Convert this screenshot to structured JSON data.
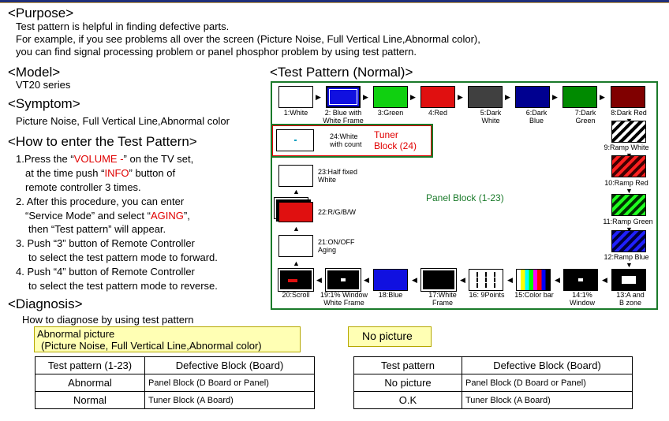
{
  "purpose": {
    "heading": "<Purpose>",
    "line1": "Test pattern is helpful in finding defective parts.",
    "line2": "For example, if you see problems all over the screen (Picture Noise, Full Vertical Line,Abnormal color),",
    "line3": "you can find signal processing problem or panel phosphor problem by using test pattern."
  },
  "model": {
    "heading": "<Model>",
    "value": "VT20 series"
  },
  "symptom": {
    "heading": "<Symptom>",
    "value": "Picture Noise, Full Vertical Line,Abnormal color"
  },
  "howto": {
    "heading": "<How to enter the Test Pattern>",
    "l1a": "1.Press the “",
    "l1b": "VOLUME -",
    "l1c": "” on the TV set,",
    "l2a": "at the time push “",
    "l2b": "INFO",
    "l2c": "” button of",
    "l3": "remote controller 3 times.",
    "l4": "2. After this procedure, you can enter",
    "l5a": "“Service Mode” and select “",
    "l5b": "AGING",
    "l5c": "”,",
    "l6": "then “Test pattern” will appear.",
    "l7": "3. Push “3” button of Remote Controller",
    "l8": "to select the test pattern mode to forward.",
    "l9": "4. Push “4” button of Remote Controller",
    "l10": "to select the test pattern mode to reverse."
  },
  "diagnosis": {
    "heading": "<Diagnosis>",
    "sub": "How to diagnose by using test pattern"
  },
  "test_pattern": {
    "heading": "<Test Pattern (Normal)>",
    "tuner_label": "Tuner\nBlock (24)",
    "panel_label": "Panel Block (1-23)",
    "captions": {
      "p1": "1:White",
      "p2": "2: Blue with\nWhite Frame",
      "p3": "3:Green",
      "p4": "4:Red",
      "p5": "5:Dark\nWhite",
      "p6": "6:Dark\nBlue",
      "p7": "7:Dark\nGreen",
      "p8": "8:Dark Red",
      "p9": "9:Ramp White",
      "p10": "10:Ramp Red",
      "p11": "11:Ramp Green",
      "p12": "12:Ramp Blue",
      "p13": "13:A and\nB zone",
      "p14": "14:1%\nWindow",
      "p15": "15:Color bar",
      "p16": "16: 9Points",
      "p17": "17:White\nFrame",
      "p18": "18:Blue",
      "p19": "19:1% Window\nWhite Frame",
      "p20": "20:Scroll",
      "p21": "21:ON/OFF\nAging",
      "p22": "22:R/G/B/W",
      "p23": "23:Half fixed\nWhite",
      "p24": "24:White\nwith count"
    }
  },
  "abnormal_box": {
    "line1": "Abnormal picture",
    "line2": "(Picture Noise, Full Vertical Line,Abnormal color)"
  },
  "nopicture_box": {
    "label": "No picture"
  },
  "table_left": {
    "headers": [
      "Test pattern (1-23)",
      "Defective Block (Board)"
    ],
    "rows": [
      [
        "Abnormal",
        "Panel Block (D  Board or Panel)"
      ],
      [
        "Normal",
        "Tuner Block (A Board)"
      ]
    ]
  },
  "table_right": {
    "headers": [
      "Test pattern",
      "Defective Block (Board)"
    ],
    "rows": [
      [
        "No picture",
        "Panel Block (D Board or Panel)"
      ],
      [
        "O.K",
        "Tuner Block (A Board)"
      ]
    ]
  },
  "colors": {
    "white": "#ffffff",
    "blue": "#1010e0",
    "green": "#10d010",
    "red": "#e01010",
    "dark_white": "#404040",
    "dark_blue": "#000090",
    "dark_green": "#008a00",
    "dark_red": "#800000",
    "frame_green": "#1a7a2a",
    "accent_red": "#e00000",
    "yellow_bg": "#ffffb4"
  }
}
